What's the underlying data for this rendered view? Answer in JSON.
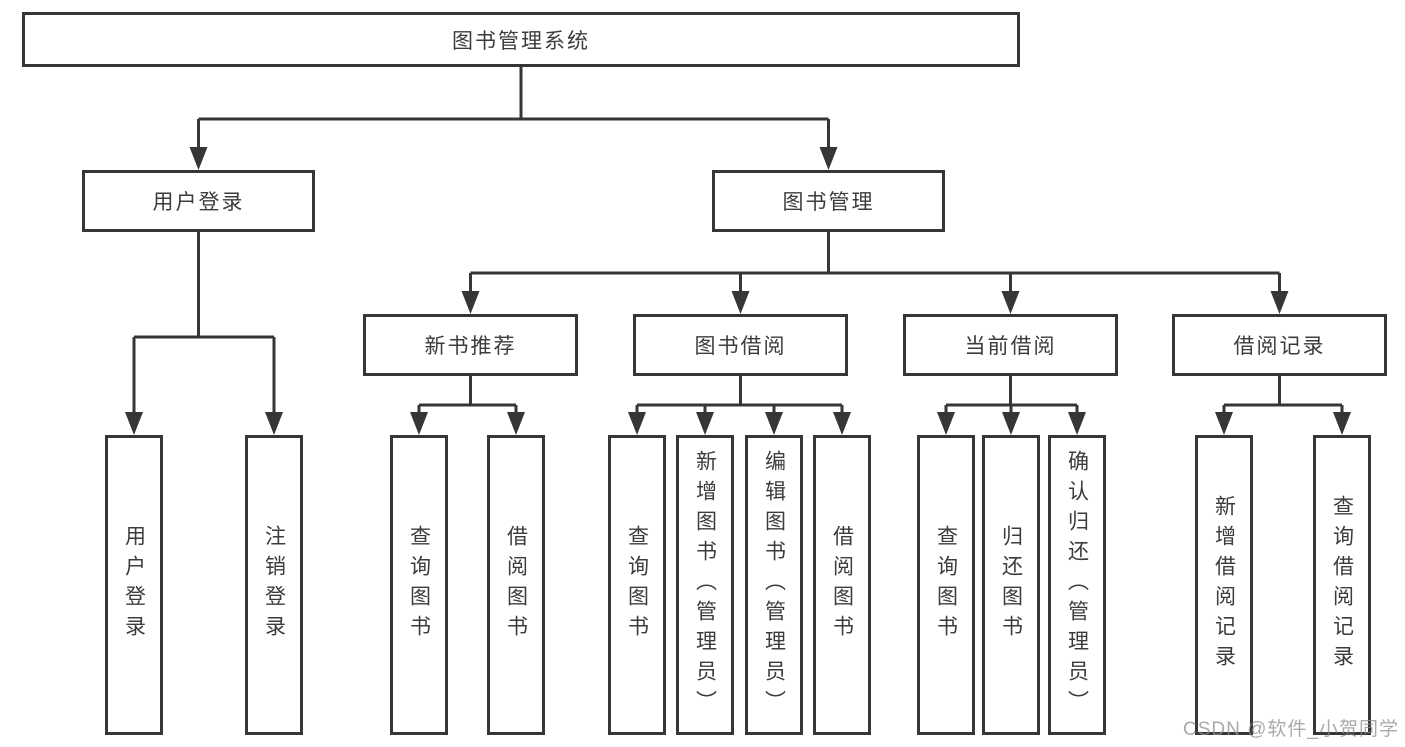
{
  "diagram": {
    "type": "hierarchy-flowchart",
    "root": {
      "label": "图书管理系统"
    },
    "level2": [
      {
        "id": "user-login",
        "label": "用户登录"
      },
      {
        "id": "book-management",
        "label": "图书管理"
      }
    ],
    "level3": [
      {
        "id": "new-book-recommend",
        "parent": "book-management",
        "label": "新书推荐"
      },
      {
        "id": "book-borrow",
        "parent": "book-management",
        "label": "图书借阅"
      },
      {
        "id": "current-borrow",
        "parent": "book-management",
        "label": "当前借阅"
      },
      {
        "id": "borrow-records",
        "parent": "book-management",
        "label": "借阅记录"
      }
    ],
    "leaves": [
      {
        "parent": "user-login",
        "label": "用户登录"
      },
      {
        "parent": "user-login",
        "label": "注销登录"
      },
      {
        "parent": "new-book-recommend",
        "label": "查询图书"
      },
      {
        "parent": "new-book-recommend",
        "label": "借阅图书"
      },
      {
        "parent": "book-borrow",
        "label": "查询图书"
      },
      {
        "parent": "book-borrow",
        "label": "新增图书（管理员）"
      },
      {
        "parent": "book-borrow",
        "label": "编辑图书（管理员）"
      },
      {
        "parent": "book-borrow",
        "label": "借阅图书"
      },
      {
        "parent": "current-borrow",
        "label": "查询图书"
      },
      {
        "parent": "current-borrow",
        "label": "归还图书"
      },
      {
        "parent": "current-borrow",
        "label": "确认归还（管理员）"
      },
      {
        "parent": "borrow-records",
        "label": "新增借阅记录"
      },
      {
        "parent": "borrow-records",
        "label": "查询借阅记录"
      }
    ]
  },
  "watermark": "CSDN @软件_小贺同学",
  "colors": {
    "line": "#363636",
    "text": "#3c3c3c",
    "watermark": "#8c8c8c",
    "background": "#ffffff"
  }
}
